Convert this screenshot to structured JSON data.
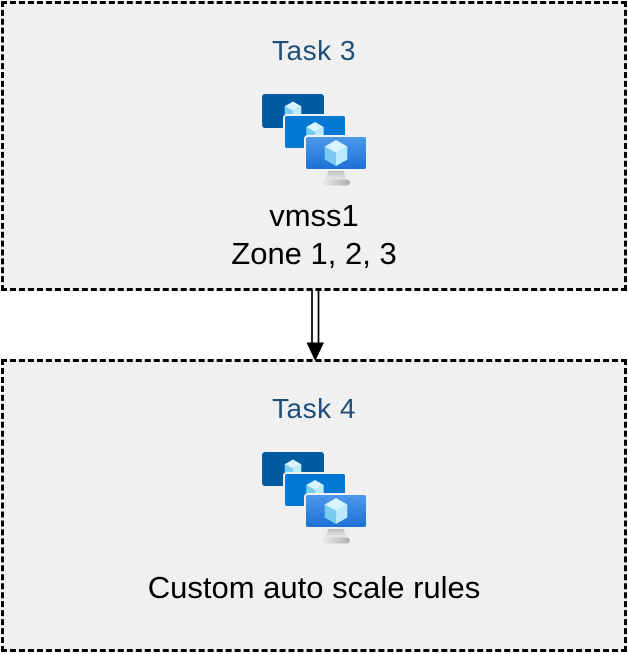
{
  "diagram": {
    "type": "flow",
    "boxes": [
      {
        "id": "task3",
        "title": "Task 3",
        "icon": "vm-scale-sets-icon",
        "labels": [
          "vmss1",
          "Zone 1, 2, 3"
        ]
      },
      {
        "id": "task4",
        "title": "Task 4",
        "icon": "vm-scale-sets-icon",
        "labels": [
          "Custom auto scale rules"
        ]
      }
    ],
    "connector": {
      "from": "task3",
      "to": "task4",
      "style": "double-line",
      "direction": "down"
    },
    "colors": {
      "box_fill": "#F0F0F0",
      "box_border": "#000000",
      "title_text": "#1F4E79",
      "label_text": "#000000",
      "connector": "#000000",
      "monitor_back": "#005BA1",
      "monitor_middle": "#0078D4",
      "monitor_front_top": "#4F9AEC",
      "monitor_front_bottom": "#1B6FD4",
      "cube_top": "#D8F4FF",
      "cube_left": "#7ACBF2",
      "cube_right": "#B8EBFF"
    }
  }
}
